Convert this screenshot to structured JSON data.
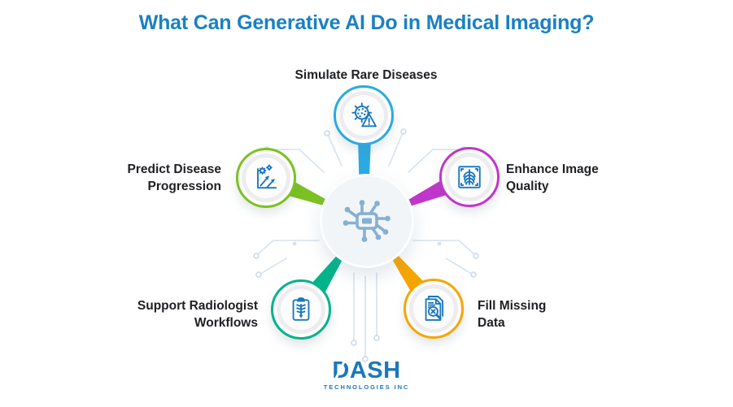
{
  "title": "What Can Generative AI Do in Medical Imaging?",
  "colors": {
    "title": "#1a80c4",
    "icon_stroke": "#1b77bd",
    "hub_icon": "#86b0d2",
    "logo": "#1b78bc",
    "label_text": "#202124"
  },
  "hub": {
    "icon": "ai-chip-icon"
  },
  "nodes": [
    {
      "label": "Simulate Rare Diseases",
      "color": "#29abe2",
      "icon": "virus-alert-icon",
      "position": "top"
    },
    {
      "label": "Enhance Image Quality",
      "color": "#c136cb",
      "icon": "xray-ribcage-icon",
      "position": "upper-right"
    },
    {
      "label": "Fill Missing Data",
      "color": "#f7a500",
      "icon": "document-search-icon",
      "position": "lower-right"
    },
    {
      "label": "Support Radiologist Workflows",
      "color": "#00b489",
      "icon": "clipboard-skeleton-icon",
      "position": "lower-left"
    },
    {
      "label": "Predict Disease Progression",
      "color": "#7cc122",
      "icon": "progress-chart-icon",
      "position": "upper-left"
    }
  ],
  "logo": {
    "brand": "DASH",
    "subtitle": "TECHNOLOGIES INC"
  }
}
